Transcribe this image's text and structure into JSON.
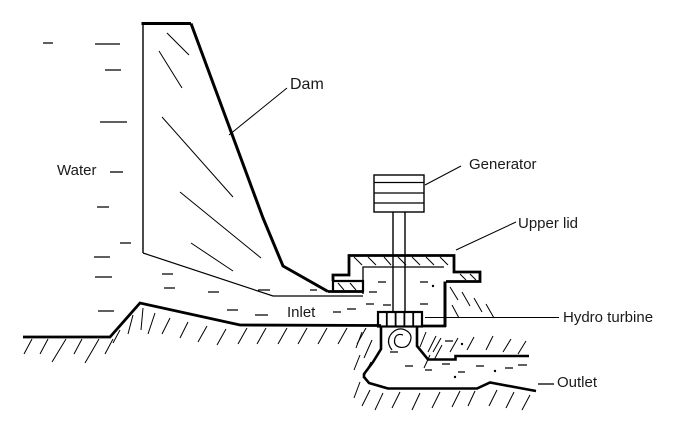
{
  "colors": {
    "ink": "#000000",
    "background": "#ffffff",
    "label_text": "#1a1a1a"
  },
  "labels": {
    "water": "Water",
    "dam": "Dam",
    "generator": "Generator",
    "upper_lid": "Upper lid",
    "inlet": "Inlet",
    "hydro_turbine": "Hydro turbine",
    "outlet": "Outlet"
  }
}
